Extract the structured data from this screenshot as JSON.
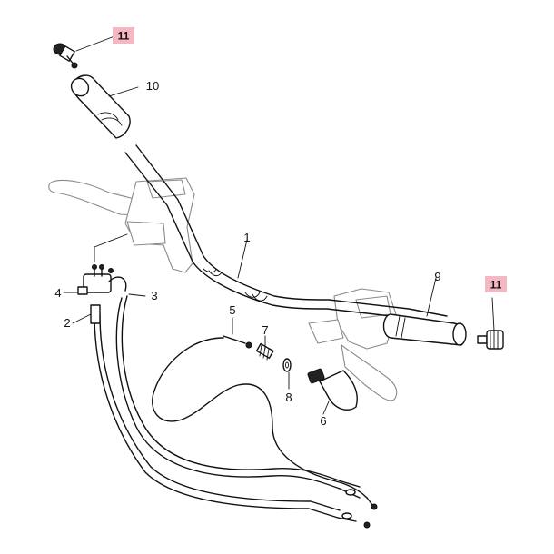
{
  "callouts": [
    {
      "id": "11a",
      "text": "11",
      "highlight": true
    },
    {
      "id": "10",
      "text": "10",
      "highlight": false
    },
    {
      "id": "1",
      "text": "1",
      "highlight": false
    },
    {
      "id": "9",
      "text": "9",
      "highlight": false
    },
    {
      "id": "11b",
      "text": "11",
      "highlight": true
    },
    {
      "id": "4",
      "text": "4",
      "highlight": false
    },
    {
      "id": "3",
      "text": "3",
      "highlight": false
    },
    {
      "id": "2",
      "text": "2",
      "highlight": false
    },
    {
      "id": "5",
      "text": "5",
      "highlight": false
    },
    {
      "id": "7",
      "text": "7",
      "highlight": false
    },
    {
      "id": "8",
      "text": "8",
      "highlight": false
    },
    {
      "id": "6",
      "text": "6",
      "highlight": false
    }
  ],
  "colors": {
    "highlight": "#f4b8c2",
    "line": "#111111",
    "ghost": "#8a8a8a"
  }
}
